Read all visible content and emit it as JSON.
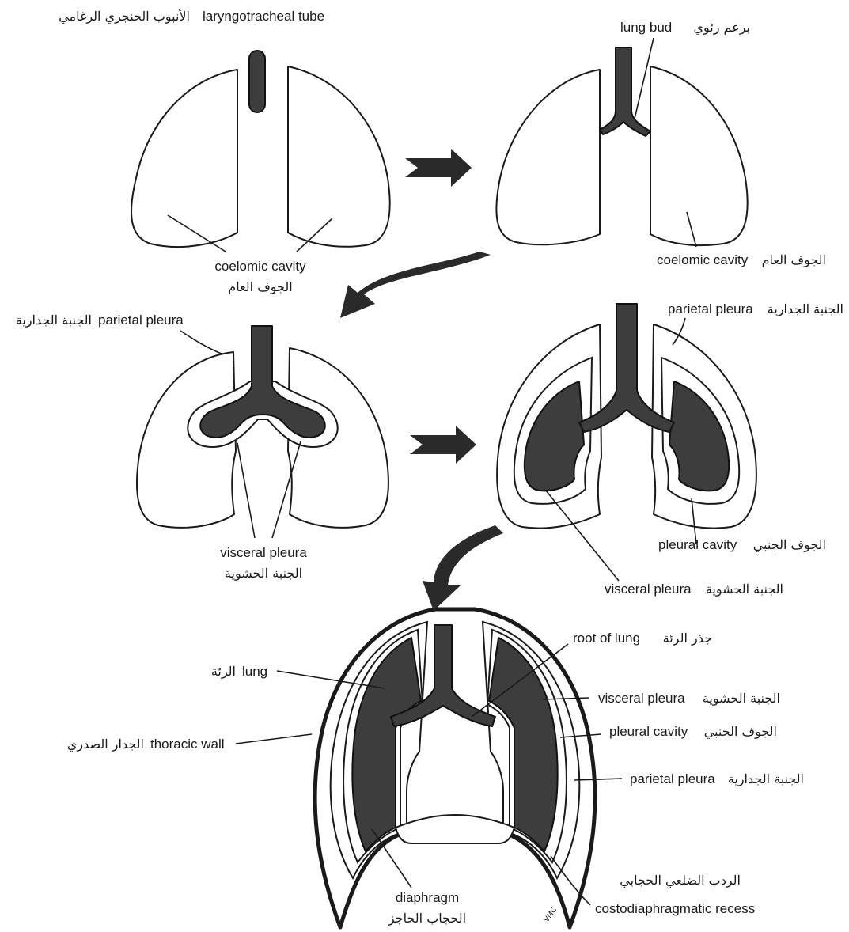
{
  "labels": {
    "laryngotracheal_tube": {
      "en": "laryngotracheal tube",
      "ar": "الأنبوب الحنجري الرغامي"
    },
    "lung_bud": {
      "en": "lung bud",
      "ar": "برعم رئوي"
    },
    "coelomic_cavity_1": {
      "en": "coelomic cavity",
      "ar": "الجوف العام"
    },
    "coelomic_cavity_2": {
      "en": "coelomic cavity",
      "ar": "الجوف العام"
    },
    "parietal_pleura_1": {
      "en": "parietal pleura",
      "ar": "الجنبة الجدارية"
    },
    "parietal_pleura_2": {
      "en": "parietal pleura",
      "ar": "الجنبة الجدارية"
    },
    "visceral_pleura_1": {
      "en": "visceral pleura",
      "ar": "الجنبة الحشوية"
    },
    "pleural_cavity_1": {
      "en": "pleural cavity",
      "ar": "الجوف الجنبي"
    },
    "visceral_pleura_2": {
      "en": "visceral pleura",
      "ar": "الجنبة الحشوية"
    },
    "root_of_lung": {
      "en": "root of lung",
      "ar": "جذر الرئة"
    },
    "lung": {
      "en": "lung",
      "ar": "الرئة"
    },
    "visceral_pleura_3": {
      "en": "visceral pleura",
      "ar": "الجنبة الحشوية"
    },
    "thoracic_wall": {
      "en": "thoracic wall",
      "ar": "الجدار الصدري"
    },
    "pleural_cavity_2": {
      "en": "pleural cavity",
      "ar": "الجوف الجنبي"
    },
    "parietal_pleura_3": {
      "en": "parietal pleura",
      "ar": "الجنبة الجدارية"
    },
    "diaphragm": {
      "en": "diaphragm",
      "ar": "الحجاب الحاجز"
    },
    "costodiaphragmatic_recess": {
      "en": "costodiaphragmatic recess",
      "ar": "الردب الضلعي الحجابي"
    }
  },
  "signature": "VMC",
  "colors": {
    "ink": "#1a1a1a",
    "tissue": "#3d3d3d",
    "background": "#ffffff"
  }
}
